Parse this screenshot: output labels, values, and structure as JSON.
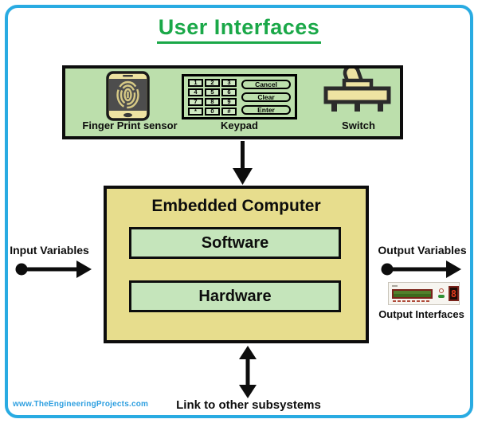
{
  "page": {
    "title": "User Interfaces",
    "watermark": "www.TheEngineeringProjects.com"
  },
  "colors": {
    "frame_blue": "#29abe2",
    "title_green": "#1aa848",
    "panel_green": "#bcdfac",
    "box_khaki": "#e7dd8d",
    "inner_green": "#c5e5bb",
    "icon_khaki": "#eee3a2",
    "watermark_blue": "#2d9fe0"
  },
  "panel": {
    "fingerprint_label": "Finger Print sensor",
    "keypad_label": "Keypad",
    "keypad_keys": [
      "1",
      "2",
      "3",
      "4",
      "5",
      "6",
      "7",
      "8",
      "9",
      "*",
      "0",
      "#"
    ],
    "keypad_buttons": [
      "Cancel",
      "Clear",
      "Enter"
    ],
    "switch_label": "Switch"
  },
  "computer": {
    "title": "Embedded Computer",
    "software": "Software",
    "hardware": "Hardware"
  },
  "flows": {
    "input": "Input Variables",
    "output": "Output Variables",
    "output_interfaces": "Output Interfaces",
    "link": "Link to other subsystems"
  },
  "output_device": {
    "segment_digit": "8"
  }
}
